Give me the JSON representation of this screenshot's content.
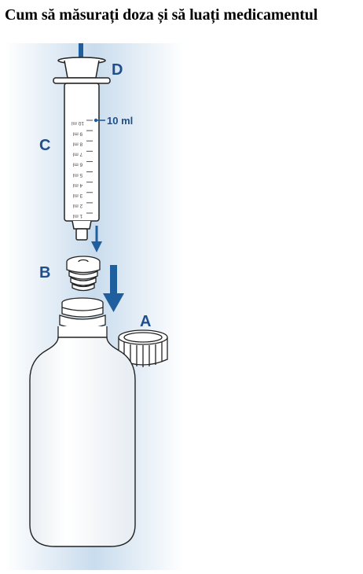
{
  "title": "Cum să măsurați doza și să luați medicamentul",
  "labels": {
    "a": "A",
    "b": "B",
    "c": "C",
    "d": "D"
  },
  "volume_label": "10 ml",
  "scale_marks": [
    "10 ml",
    "9 ml",
    "8 ml",
    "7 ml",
    "6 ml",
    "5 ml",
    "4 ml",
    "3 ml",
    "2 ml",
    "1 ml"
  ],
  "colors": {
    "accent": "#1f5f9e",
    "background_gradient": "#c9dced",
    "outline": "#222222"
  },
  "icons": [
    "arrow-up-icon",
    "arrow-down-icon"
  ]
}
